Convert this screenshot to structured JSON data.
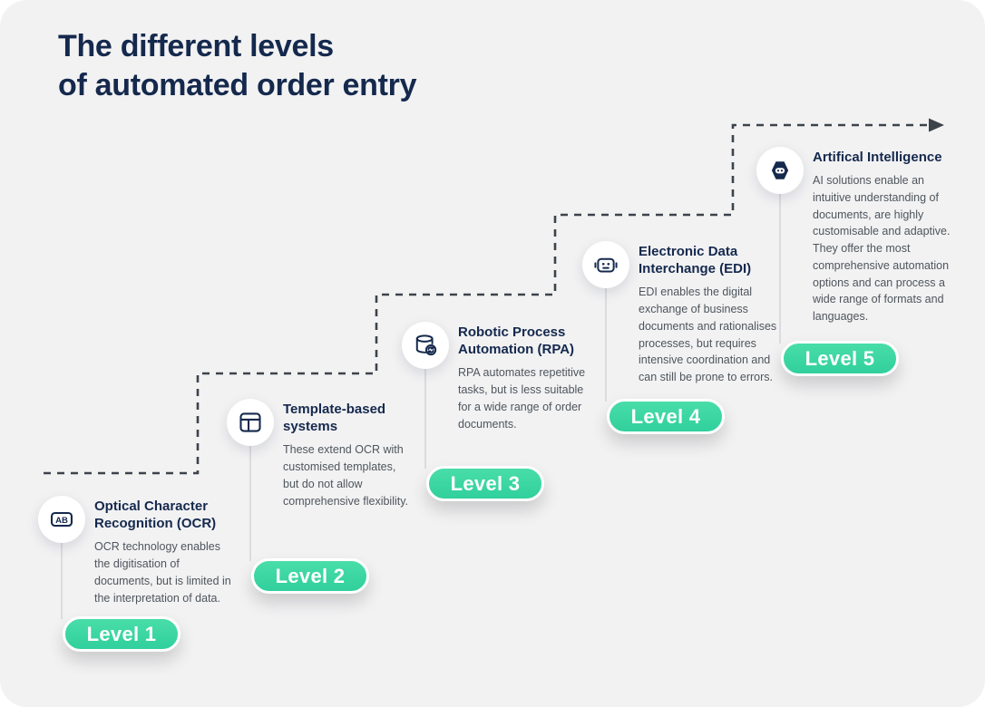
{
  "page": {
    "title_line1": "The different levels",
    "title_line2": "of automated order entry"
  },
  "colors": {
    "background": "#f2f2f3",
    "navy": "#15294d",
    "pill_green": "#3bd7a1",
    "description_gray": "#4e555c",
    "dashed_line": "#3d434b"
  },
  "icons": {
    "ocr_label": "AB"
  },
  "levels": [
    {
      "label": "Level 1",
      "icon_name": "ocr-icon",
      "title": "Optical Character Recognition (OCR)",
      "description": "OCR technology enables the digitisation of documents, but is limited in the interpretation of data."
    },
    {
      "label": "Level 2",
      "icon_name": "template-icon",
      "title": "Template-based systems",
      "description": "These extend OCR with customised templates, but do not allow comprehensive flexibility."
    },
    {
      "label": "Level 3",
      "icon_name": "rpa-database-icon",
      "title": "Robotic Process Automation (RPA)",
      "description": "RPA automates repetitive tasks, but is less suitable for a wide range of order documents."
    },
    {
      "label": "Level 4",
      "icon_name": "edi-robot-icon",
      "title": "Electronic Data Interchange (EDI)",
      "description": "EDI enables the digital exchange of business documents and rationalises processes, but requires intensive coordination and can still be prone to errors."
    },
    {
      "label": "Level 5",
      "icon_name": "ai-hexagon-icon",
      "title": "Artifical Intelligence",
      "description": "AI solutions enable an intuitive understanding of documents, are highly customisable and adaptive. They offer the most comprehensive automation options and can process a wide range of formats and languages."
    }
  ]
}
